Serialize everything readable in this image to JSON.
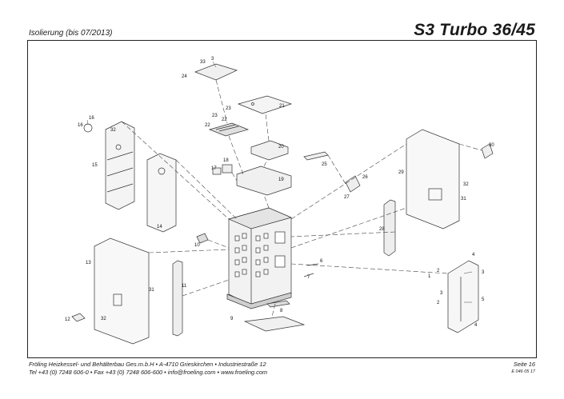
{
  "header": {
    "section_title": "Isolierung (bis 07/2013)",
    "model_title": "S3 Turbo 36/45"
  },
  "parts": {
    "p1": "1",
    "p2a": "2",
    "p2b": "2",
    "p3a": "3",
    "p3b": "3",
    "p3c": "3",
    "p4a": "4",
    "p4b": "4",
    "p5": "5",
    "p6": "6",
    "p7": "7",
    "p8": "8",
    "p9": "9",
    "p10": "10",
    "p11": "11",
    "p12": "12",
    "p13": "13",
    "p14": "14",
    "p15": "15",
    "p16a": "16",
    "p16b": "16",
    "p17": "17",
    "p18": "18",
    "p19": "19",
    "p20": "20",
    "p21": "21",
    "p22a": "22",
    "p22b": "22",
    "p23a": "23",
    "p23b": "23",
    "p24": "24",
    "p25": "25",
    "p26": "26",
    "p27": "27",
    "p28": "28",
    "p29": "29",
    "p30": "30",
    "p31a": "31",
    "p31b": "31",
    "p32a": "32",
    "p32b": "32",
    "p32c": "32",
    "p33": "33"
  },
  "footer": {
    "company_line": "Fröling Heizkessel- und Behälterbau Ges.m.b.H  •  A-4710 Grieskirchen  •  Industriestraße 12",
    "contact_line": "Tel +43 (0) 7248 606-0  •  Fax +43 (0) 7248 606-600  •  info@froeling.com  •  www.froeling.com",
    "page_label": "Seite 16",
    "doc_number": "E 046 05 17"
  }
}
